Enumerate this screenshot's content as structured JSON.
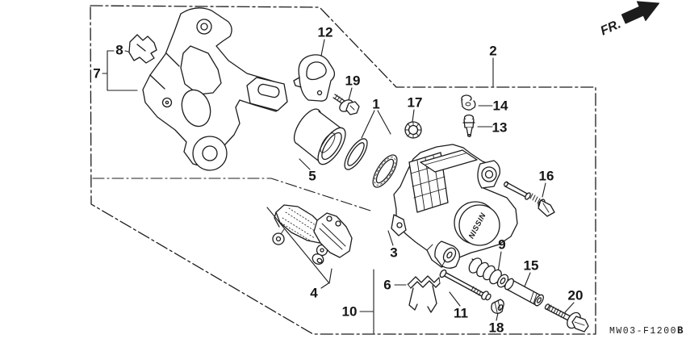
{
  "diagram": {
    "fr_label": "FR.",
    "part_code_main": "MW03-F1200",
    "part_code_suffix": "B",
    "caliper_brand": "NISSIN",
    "callouts": [
      "1",
      "2",
      "3",
      "4",
      "5",
      "6",
      "7",
      "8",
      "9",
      "10",
      "11",
      "12",
      "13",
      "14",
      "15",
      "16",
      "17",
      "18",
      "19",
      "20"
    ],
    "ink_color": "#1c1c1c",
    "background_color": "#ffffff"
  }
}
